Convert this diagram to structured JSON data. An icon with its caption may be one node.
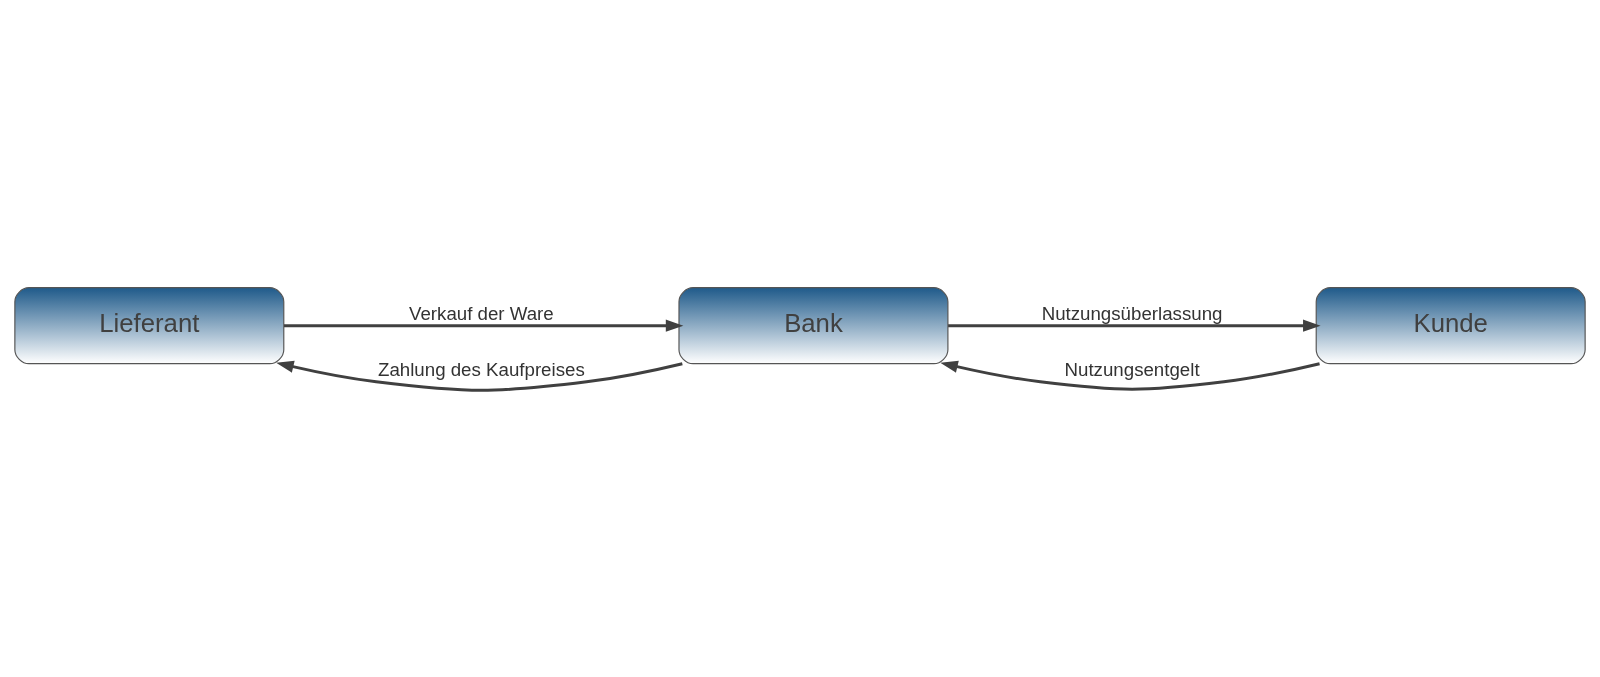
{
  "diagram": {
    "nodes": [
      {
        "text": [
          "Lieferant"
        ]
      },
      {
        "text": [
          "Bank"
        ]
      },
      {
        "text": [
          "Kunde"
        ]
      }
    ],
    "edges": [
      {
        "from": 1,
        "to": 0,
        "arrow": "to",
        "label": "Zahlung des Kaufpreises"
      },
      {
        "from": 2,
        "to": 1,
        "arrow": "to",
        "label": "Nutzungsentgelt"
      },
      {
        "from": 0,
        "to": 1,
        "arrow": "to",
        "label": "Verkauf der Ware"
      },
      {
        "from": 1,
        "to": 2,
        "arrow": "to",
        "label": "Nutzungsüberlassung"
      }
    ]
  }
}
